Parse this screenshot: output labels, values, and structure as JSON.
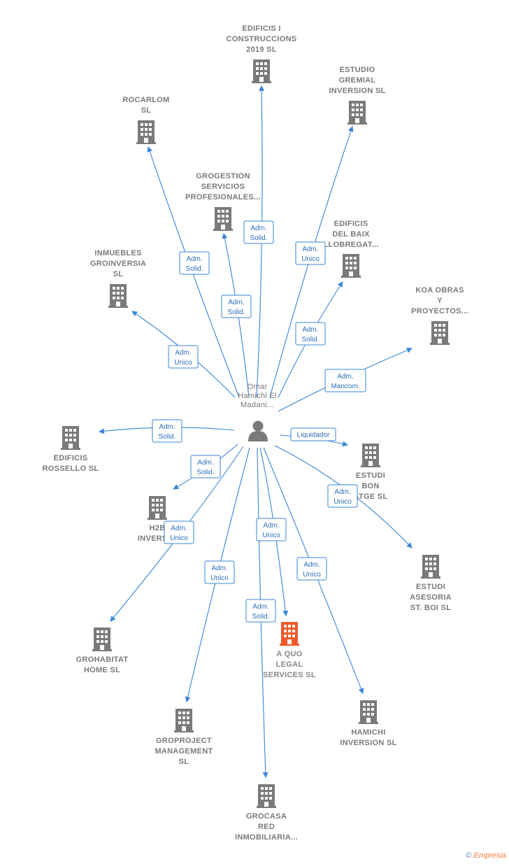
{
  "center": {
    "label": [
      "Omar",
      "Hamichi El",
      "Madani..."
    ],
    "icon": "person-icon"
  },
  "colors": {
    "edge": "#3a86d6",
    "building": "#7a7a7a",
    "building_highlight": "#f05a28"
  },
  "nodes": [
    {
      "id": "edificis-construccions",
      "label": [
        "EDIFICIS I",
        "CONSTRUCCIONS",
        "2019  SL"
      ],
      "role": [
        "Adm.",
        "Solid."
      ],
      "icon": "building-icon"
    },
    {
      "id": "estudio-gremial",
      "label": [
        "ESTUDIO",
        "GREMIAL",
        "INVERSION SL"
      ],
      "role": [
        "Adm.",
        "Unico"
      ],
      "icon": "building-icon"
    },
    {
      "id": "rocarlom",
      "label": [
        "ROCARLOM",
        "SL"
      ],
      "role": [
        "Adm.",
        "Solid."
      ],
      "icon": "building-icon"
    },
    {
      "id": "grogestion",
      "label": [
        "GROGESTION",
        "SERVICIOS",
        "PROFESIONALES..."
      ],
      "role": [
        "Adm.",
        "Solid."
      ],
      "icon": "building-icon"
    },
    {
      "id": "edificis-baix",
      "label": [
        "EDIFICIS",
        "DEL BAIX",
        "LLOBREGAT..."
      ],
      "role": [
        "Adm.",
        "Solid."
      ],
      "icon": "building-icon"
    },
    {
      "id": "inmuebles-groinversia",
      "label": [
        "INMUEBLES",
        "GROINVERSIA",
        "SL"
      ],
      "role": [
        "Adm.",
        "Unico"
      ],
      "icon": "building-icon"
    },
    {
      "id": "koa-obras",
      "label": [
        "KOA OBRAS",
        "Y",
        "PROYECTOS..."
      ],
      "role": [
        "Adm.",
        "Mancom."
      ],
      "icon": "building-icon"
    },
    {
      "id": "edificis-rossello",
      "label": [
        "EDIFICIS",
        "ROSSELLO  SL"
      ],
      "role": [
        "Adm.",
        "Solid."
      ],
      "icon": "building-icon"
    },
    {
      "id": "estudi-bon-atge",
      "label": [
        "ESTUDI",
        "BON",
        "ATGE  SL"
      ],
      "role": [
        "Liquidador"
      ],
      "icon": "building-icon"
    },
    {
      "id": "h2b-inversion",
      "label": [
        "H2B",
        "INVERSI..."
      ],
      "role": [
        "Adm.",
        "Solid."
      ],
      "icon": "building-icon"
    },
    {
      "id": "estudi-asesoria",
      "label": [
        "ESTUDI",
        "ASESORIA",
        "ST.  BOI SL"
      ],
      "role": [
        "Adm.",
        "Unico"
      ],
      "icon": "building-icon"
    },
    {
      "id": "grohabitat-home",
      "label": [
        "GROHABITAT",
        "HOME  SL"
      ],
      "role": [
        "Adm.",
        "Unico"
      ],
      "icon": "building-icon"
    },
    {
      "id": "a-quo-legal",
      "label": [
        "A QUO",
        "LEGAL",
        "SERVICES  SL"
      ],
      "role": [
        "Adm.",
        "Unico"
      ],
      "icon": "building-icon",
      "highlight": true
    },
    {
      "id": "groproject",
      "label": [
        "GROPROJECT",
        "MANAGEMENT",
        "SL"
      ],
      "role": [
        "Adm.",
        "Unico"
      ],
      "icon": "building-icon"
    },
    {
      "id": "hamichi-inversion",
      "label": [
        "HAMICHI",
        "INVERSION  SL"
      ],
      "role": [
        "Adm.",
        "Unico"
      ],
      "icon": "building-icon"
    },
    {
      "id": "grocasa-red",
      "label": [
        "GROCASA",
        "RED",
        "INMOBILIARIA..."
      ],
      "role": [
        "Adm.",
        "Solid."
      ],
      "icon": "building-icon"
    }
  ],
  "footer": {
    "copyright": "©",
    "brand": "Empresia"
  }
}
